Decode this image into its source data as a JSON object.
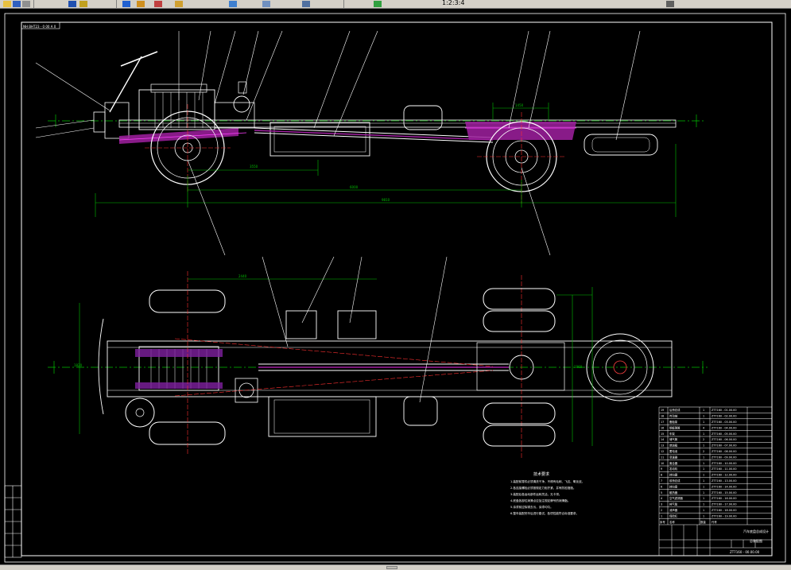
{
  "toolbar": {
    "status_text": "1:2:3:4",
    "icons": [
      "open-icon",
      "save-icon",
      "print-icon",
      "undo-icon",
      "redo-icon",
      "cut-icon",
      "copy-icon",
      "paste-icon",
      "match-icon",
      "zoom-icon",
      "layer-icon",
      "properties-icon",
      "help-icon"
    ]
  },
  "drawing": {
    "top_left_label": "NH BHT23 - 0 00 A 0",
    "dim_front": "3550",
    "dim_rear": "1450",
    "dim_overall": "6000",
    "dim_total": "9810",
    "dim_track_front": "1820",
    "dim_track_rear": "1860",
    "dim_width": "2440",
    "tech_title": "技术要求",
    "tech_lines": [
      "1.装配前零件必须清洗干净，不得有毛刺、飞边、氧化皮。",
      "2.各连接螺栓必须按规定力矩拧紧，并有防松措施。",
      "3.装配后各运动部件运转灵活，无卡滞。",
      "4.底盘各部位润滑点应加注规定牌号的润滑脂。",
      "5.涂漆前应除锈去污，涂漆均匀。",
      "6.整车装配完毕后进行路试，各项性能符合标准要求。"
    ],
    "title_block": {
      "name": "汽车底盘总成设计",
      "drawing_name": "总装配图",
      "code": "ZT7160 - 00.00.00",
      "rows": [
        {
          "no": "19",
          "name": "后桥总成",
          "qty": "1",
          "code": "ZT7160 - 01.00.00"
        },
        {
          "no": "18",
          "name": "传动轴",
          "qty": "1",
          "code": "ZT7160 - 02.00.00"
        },
        {
          "no": "17",
          "name": "备胎架",
          "qty": "1",
          "code": "ZT7160 - 03.00.00"
        },
        {
          "no": "16",
          "name": "钢板弹簧",
          "qty": "4",
          "code": "ZT7160 - 04.00.00"
        },
        {
          "no": "15",
          "name": "车架",
          "qty": "1",
          "code": "ZT7160 - 05.00.00"
        },
        {
          "no": "14",
          "name": "储气筒",
          "qty": "2",
          "code": "ZT7160 - 06.00.00"
        },
        {
          "no": "13",
          "name": "燃油箱",
          "qty": "1",
          "code": "ZT7160 - 07.00.00"
        },
        {
          "no": "12",
          "name": "蓄电池",
          "qty": "2",
          "code": "ZT7160 - 08.00.00"
        },
        {
          "no": "11",
          "name": "变速器",
          "qty": "1",
          "code": "ZT7160 - 09.00.00"
        },
        {
          "no": "10",
          "name": "离合器",
          "qty": "1",
          "code": "ZT7160 - 10.00.00"
        },
        {
          "no": "9",
          "name": "发动机",
          "qty": "1",
          "code": "ZT7160 - 11.00.00"
        },
        {
          "no": "8",
          "name": "转向器",
          "qty": "1",
          "code": "ZT7160 - 12.00.00"
        },
        {
          "no": "7",
          "name": "前桥总成",
          "qty": "1",
          "code": "ZT7160 - 13.00.00"
        },
        {
          "no": "6",
          "name": "转向盘",
          "qty": "1",
          "code": "ZT7160 - 14.00.00"
        },
        {
          "no": "5",
          "name": "散热器",
          "qty": "1",
          "code": "ZT7160 - 15.00.00"
        },
        {
          "no": "4",
          "name": "空气滤清器",
          "qty": "1",
          "code": "ZT7160 - 16.00.00"
        },
        {
          "no": "3",
          "name": "排气管",
          "qty": "1",
          "code": "ZT7160 - 17.00.00"
        },
        {
          "no": "2",
          "name": "消声器",
          "qty": "1",
          "code": "ZT7160 - 18.00.00"
        },
        {
          "no": "1",
          "name": "保险杠",
          "qty": "1",
          "code": "ZT7160 - 19.00.00"
        }
      ],
      "header": {
        "no": "序号",
        "name": "名称",
        "qty": "数量",
        "code": "代号"
      }
    }
  }
}
